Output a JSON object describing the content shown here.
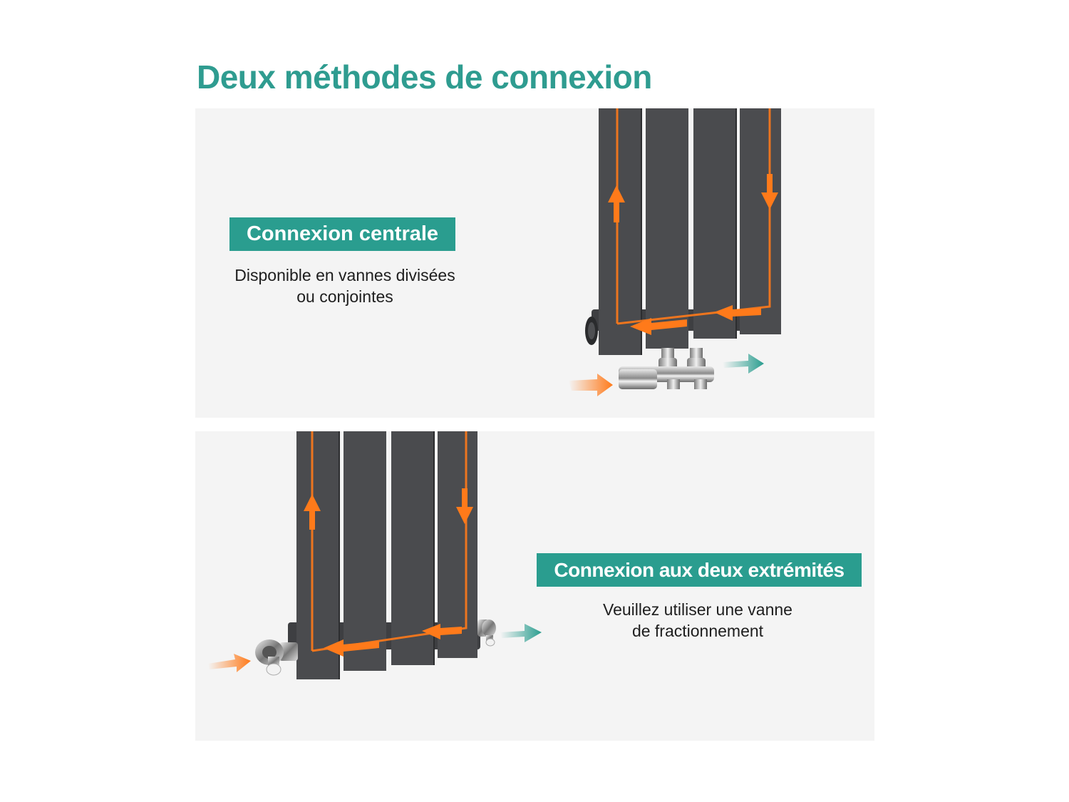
{
  "title": "Deux méthodes de connexion",
  "colors": {
    "teal": "#2a9d8f",
    "title": "#2f9c90",
    "panel_bg": "#f4f4f4",
    "radiator": "#4a4b4e",
    "flow": "#ff7a1a",
    "text": "#1e1e1e"
  },
  "sections": [
    {
      "badge": "Connexion centrale",
      "description_lines": [
        "Disponible en vannes divisées",
        "ou conjointes"
      ],
      "icon": "radiator-central-connection"
    },
    {
      "badge": "Connexion aux deux extrémités",
      "description_lines": [
        "Veuillez utiliser une vanne",
        "de fractionnement"
      ],
      "icon": "radiator-side-connection"
    }
  ]
}
